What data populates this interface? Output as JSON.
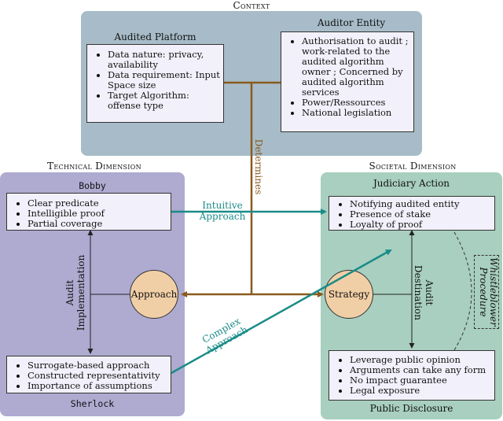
{
  "context": {
    "title": "Context",
    "auditor_title": "Auditor Entity",
    "auditor_items": [
      "Authorisation to audit ; work-related to the audited algorithm owner ; Concerned by audited algorithm services",
      "Power/Ressources",
      "National legislation"
    ],
    "platform_title": "Audited Platform",
    "platform_items": [
      "Data nature: privacy, availability",
      "Data requirement: Input Space size",
      "Target Algorithm: offense type"
    ]
  },
  "technical": {
    "title": "Technical Dimension",
    "bobby_label": "Bobby",
    "bobby_items": [
      "Clear predicate",
      "Intelligible proof",
      "Partial coverage"
    ],
    "sherlock_label": "Sherlock",
    "sherlock_items": [
      "Surrogate-based approach",
      "Constructed representativity",
      "Importance of assumptions"
    ],
    "axis_label_1": "Audit",
    "axis_label_2": "Implementation",
    "node": "Approach"
  },
  "societal": {
    "title": "Societal Dimension",
    "judiciary_label": "Judiciary Action",
    "judiciary_items": [
      "Notifying audited entity",
      "Presence of stake",
      "Loyalty of proof"
    ],
    "public_label": "Public Disclosure",
    "public_items": [
      "Leverage public opinion",
      "Arguments can take any form",
      "No impact guarantee",
      "Legal exposure"
    ],
    "axis_label_1": "Audit",
    "axis_label_2": "Destination",
    "node": "Strategy",
    "whistle_1": "Whistleblower",
    "whistle_2": "Procedure"
  },
  "links": {
    "determines": "Determines",
    "intuitive_1": "Intuitive",
    "intuitive_2": "Approach",
    "complex_1": "Complex",
    "complex_2": "Approach"
  },
  "colors": {
    "context_bg": "#a7bcc8",
    "technical_bg": "#aeaad0",
    "societal_bg": "#a8cfbf",
    "teal_arrow": "#1a8c88",
    "brown_arrow": "#8a5a1e",
    "node_fill": "#f1cfa6"
  }
}
